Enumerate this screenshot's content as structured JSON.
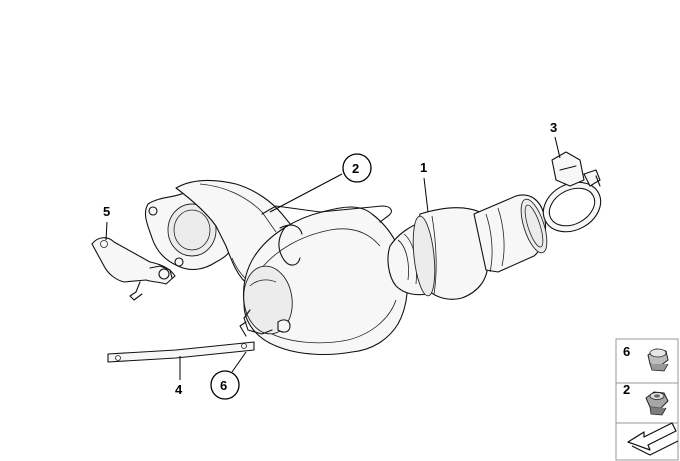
{
  "callouts": {
    "part1": "1",
    "part2": "2",
    "part3": "3",
    "part4": "4",
    "part5": "5",
    "part6": "6"
  },
  "legend": {
    "nut_label": "6",
    "self_locking_nut_label": "2"
  },
  "icons": [
    "cap-nut-icon",
    "self-locking-nut-icon",
    "direction-arrow-icon"
  ]
}
